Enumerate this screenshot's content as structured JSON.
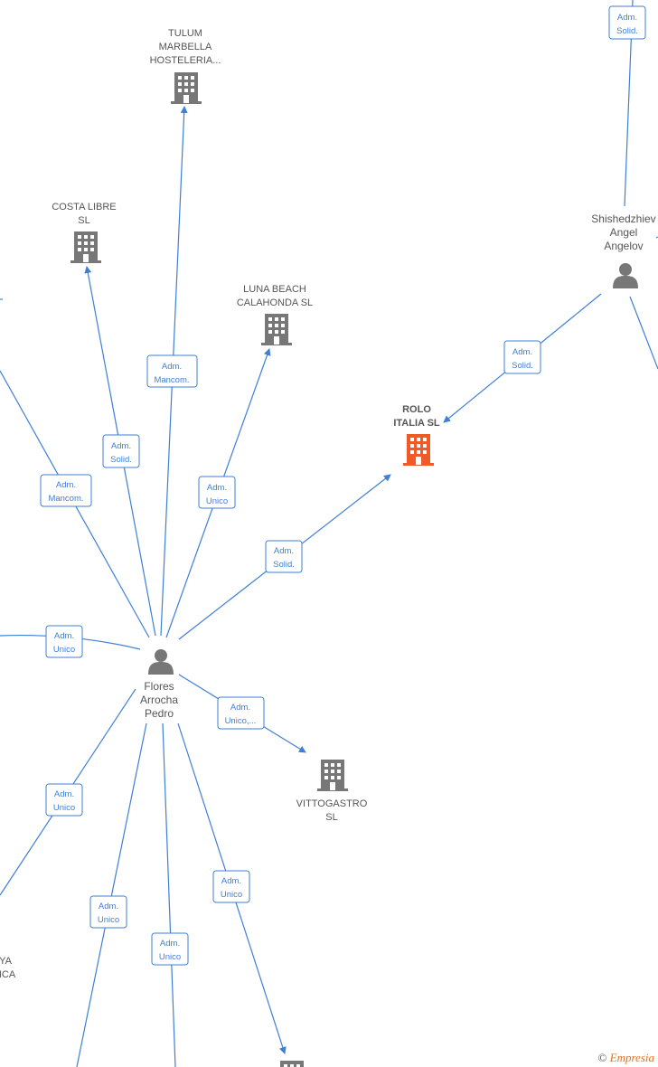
{
  "colors": {
    "edge": "#3f7fd6",
    "company": "#777777",
    "focus_company": "#f05a28",
    "person": "#777777"
  },
  "companies": [
    {
      "id": "tulum",
      "label": [
        "TULUM",
        "MARBELLA",
        "HOSTELERIA..."
      ],
      "focus": false,
      "icon": "building-icon"
    },
    {
      "id": "costa",
      "label": [
        "COSTA LIBRE",
        "SL"
      ],
      "focus": false,
      "icon": "building-icon"
    },
    {
      "id": "luna",
      "label": [
        "LUNA BEACH",
        "CALAHONDA SL"
      ],
      "focus": false,
      "icon": "building-icon"
    },
    {
      "id": "rolo",
      "label": [
        "ROLO",
        "ITALIA SL"
      ],
      "focus": true,
      "icon": "building-icon"
    },
    {
      "id": "vitto",
      "label": [
        "VITTOGASTRO",
        "SL"
      ],
      "focus": false,
      "icon": "building-icon"
    },
    {
      "id": "bottom",
      "label": [],
      "focus": false,
      "icon": "building-icon"
    },
    {
      "id": "leftya",
      "label": [
        "YA",
        "ICA"
      ],
      "focus": false,
      "icon": "building-icon"
    }
  ],
  "persons": [
    {
      "id": "flores",
      "label": [
        "Flores",
        "Arrocha",
        "Pedro"
      ],
      "icon": "person-icon"
    },
    {
      "id": "shish",
      "label": [
        "Shishedzhiev",
        "Angel",
        "Angelov"
      ],
      "icon": "person-icon"
    }
  ],
  "roles": [
    {
      "id": "r-shish-top",
      "lines": [
        "Adm.",
        "Solid."
      ]
    },
    {
      "id": "r-shish-rolo",
      "lines": [
        "Adm.",
        "Solid."
      ]
    },
    {
      "id": "r-tulum",
      "lines": [
        "Adm.",
        "Mancom."
      ]
    },
    {
      "id": "r-costa",
      "lines": [
        "Adm.",
        "Solid."
      ]
    },
    {
      "id": "r-leftup",
      "lines": [
        "Adm.",
        "Mancom."
      ]
    },
    {
      "id": "r-luna",
      "lines": [
        "Adm.",
        "Unico"
      ]
    },
    {
      "id": "r-rolo",
      "lines": [
        "Adm.",
        "Solid."
      ]
    },
    {
      "id": "r-left",
      "lines": [
        "Adm.",
        "Unico"
      ]
    },
    {
      "id": "r-vitto",
      "lines": [
        "Adm.",
        "Unico,..."
      ]
    },
    {
      "id": "r-leftdown",
      "lines": [
        "Adm.",
        "Unico"
      ]
    },
    {
      "id": "r-bottom",
      "lines": [
        "Adm.",
        "Unico"
      ]
    },
    {
      "id": "r-down1",
      "lines": [
        "Adm.",
        "Unico"
      ]
    },
    {
      "id": "r-down2",
      "lines": [
        "Adm.",
        "Unico"
      ]
    }
  ],
  "footer": {
    "copyright": "©",
    "brand": "Empresia"
  }
}
